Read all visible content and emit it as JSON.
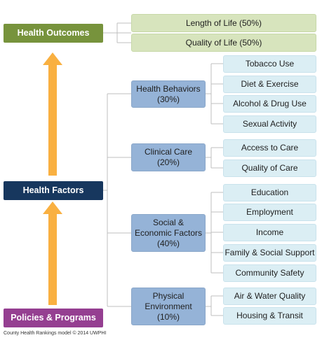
{
  "diagram": {
    "health_outcomes": "Health Outcomes",
    "health_factors": "Health Factors",
    "policies_programs": "Policies & Programs",
    "outcomes": [
      "Length of Life (50%)",
      "Quality of Life (50%)"
    ],
    "factor_groups": [
      {
        "label": "Health Behaviors\n(30%)",
        "items": [
          "Tobacco Use",
          "Diet & Exercise",
          "Alcohol & Drug Use",
          "Sexual Activity"
        ]
      },
      {
        "label": "Clinical Care\n(20%)",
        "items": [
          "Access to Care",
          "Quality of Care"
        ]
      },
      {
        "label": "Social &\nEconomic Factors\n(40%)",
        "items": [
          "Education",
          "Employment",
          "Income",
          "Family & Social Support",
          "Community Safety"
        ]
      },
      {
        "label": "Physical\nEnvironment\n(10%)",
        "items": [
          "Air & Water Quality",
          "Housing & Transit"
        ]
      }
    ],
    "caption": "County Health Rankings model © 2014 UWPHI",
    "colors": {
      "outcomes": "#77933c",
      "factors": "#17375e",
      "policies": "#953f91",
      "arrow": "#f9b041",
      "group": "#95b3d7",
      "item": "#dbeef4",
      "outcome_item": "#d7e4bd"
    }
  }
}
